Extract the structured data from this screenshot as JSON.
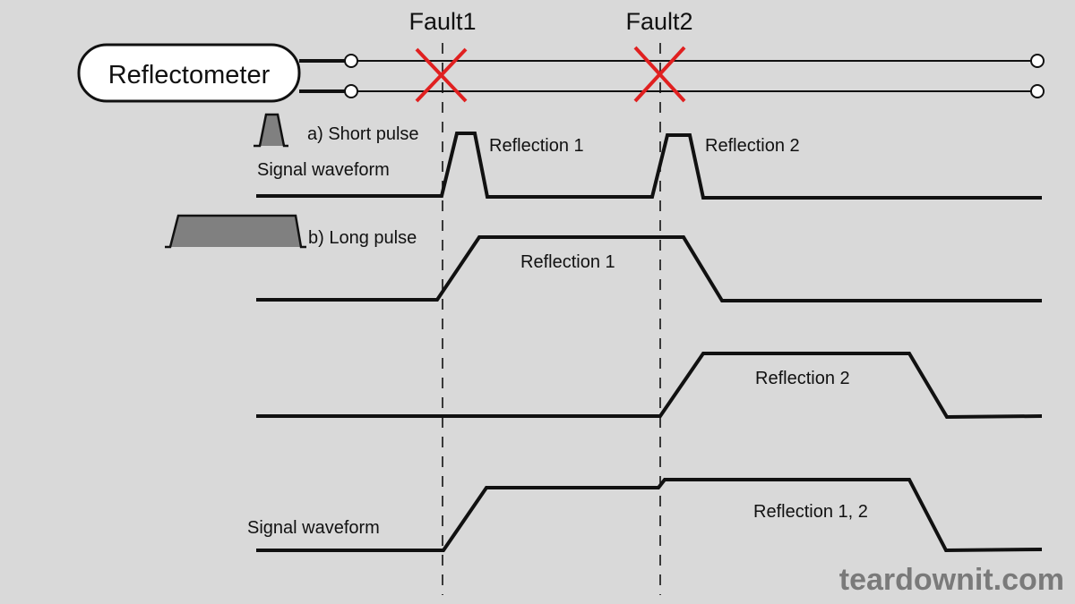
{
  "device": {
    "label": "Reflectometer"
  },
  "faults": [
    {
      "label": "Fault1",
      "marker_color": "#e02020"
    },
    {
      "label": "Fault2",
      "marker_color": "#e02020"
    }
  ],
  "panels": {
    "short_pulse": {
      "title": "a) Short pulse",
      "waveform_label": "Signal waveform",
      "reflections": [
        "Reflection 1",
        "Reflection 2"
      ]
    },
    "long_pulse": {
      "title": "b) Long pulse",
      "trace1_label": "Reflection 1",
      "trace2_label": "Reflection 2",
      "combined_label": "Reflection 1, 2",
      "waveform_label": "Signal waveform"
    }
  },
  "colors": {
    "background": "#d9d9d9",
    "line": "#111111",
    "pulse_fill": "#808080",
    "fault_marker": "#e02020",
    "watermark": "#7a7a7a"
  },
  "watermark": "teardownit.com"
}
